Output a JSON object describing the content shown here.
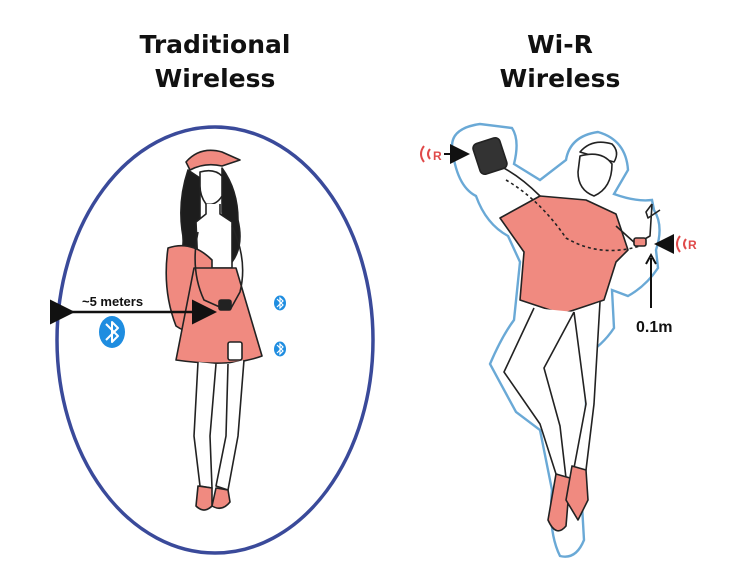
{
  "left_panel": {
    "title_line1": "Traditional",
    "title_line2": "Wireless",
    "range_label": "~5 meters",
    "bluetooth_icon": "bluetooth-icon"
  },
  "right_panel": {
    "title_line1": "Wi-R",
    "title_line2": "Wireless",
    "distance_label": "0.1m",
    "wi_r_badge_letter": "R",
    "wi_r_icon": "wi-r-signal-icon"
  },
  "colors": {
    "bubble_outline": "#3a4a9a",
    "body_aura": "#6aa9d6",
    "accent_pink": "#f08a80",
    "bluetooth_blue": "#1f8de0",
    "signal_red": "#e04a4a",
    "text": "#111111"
  }
}
